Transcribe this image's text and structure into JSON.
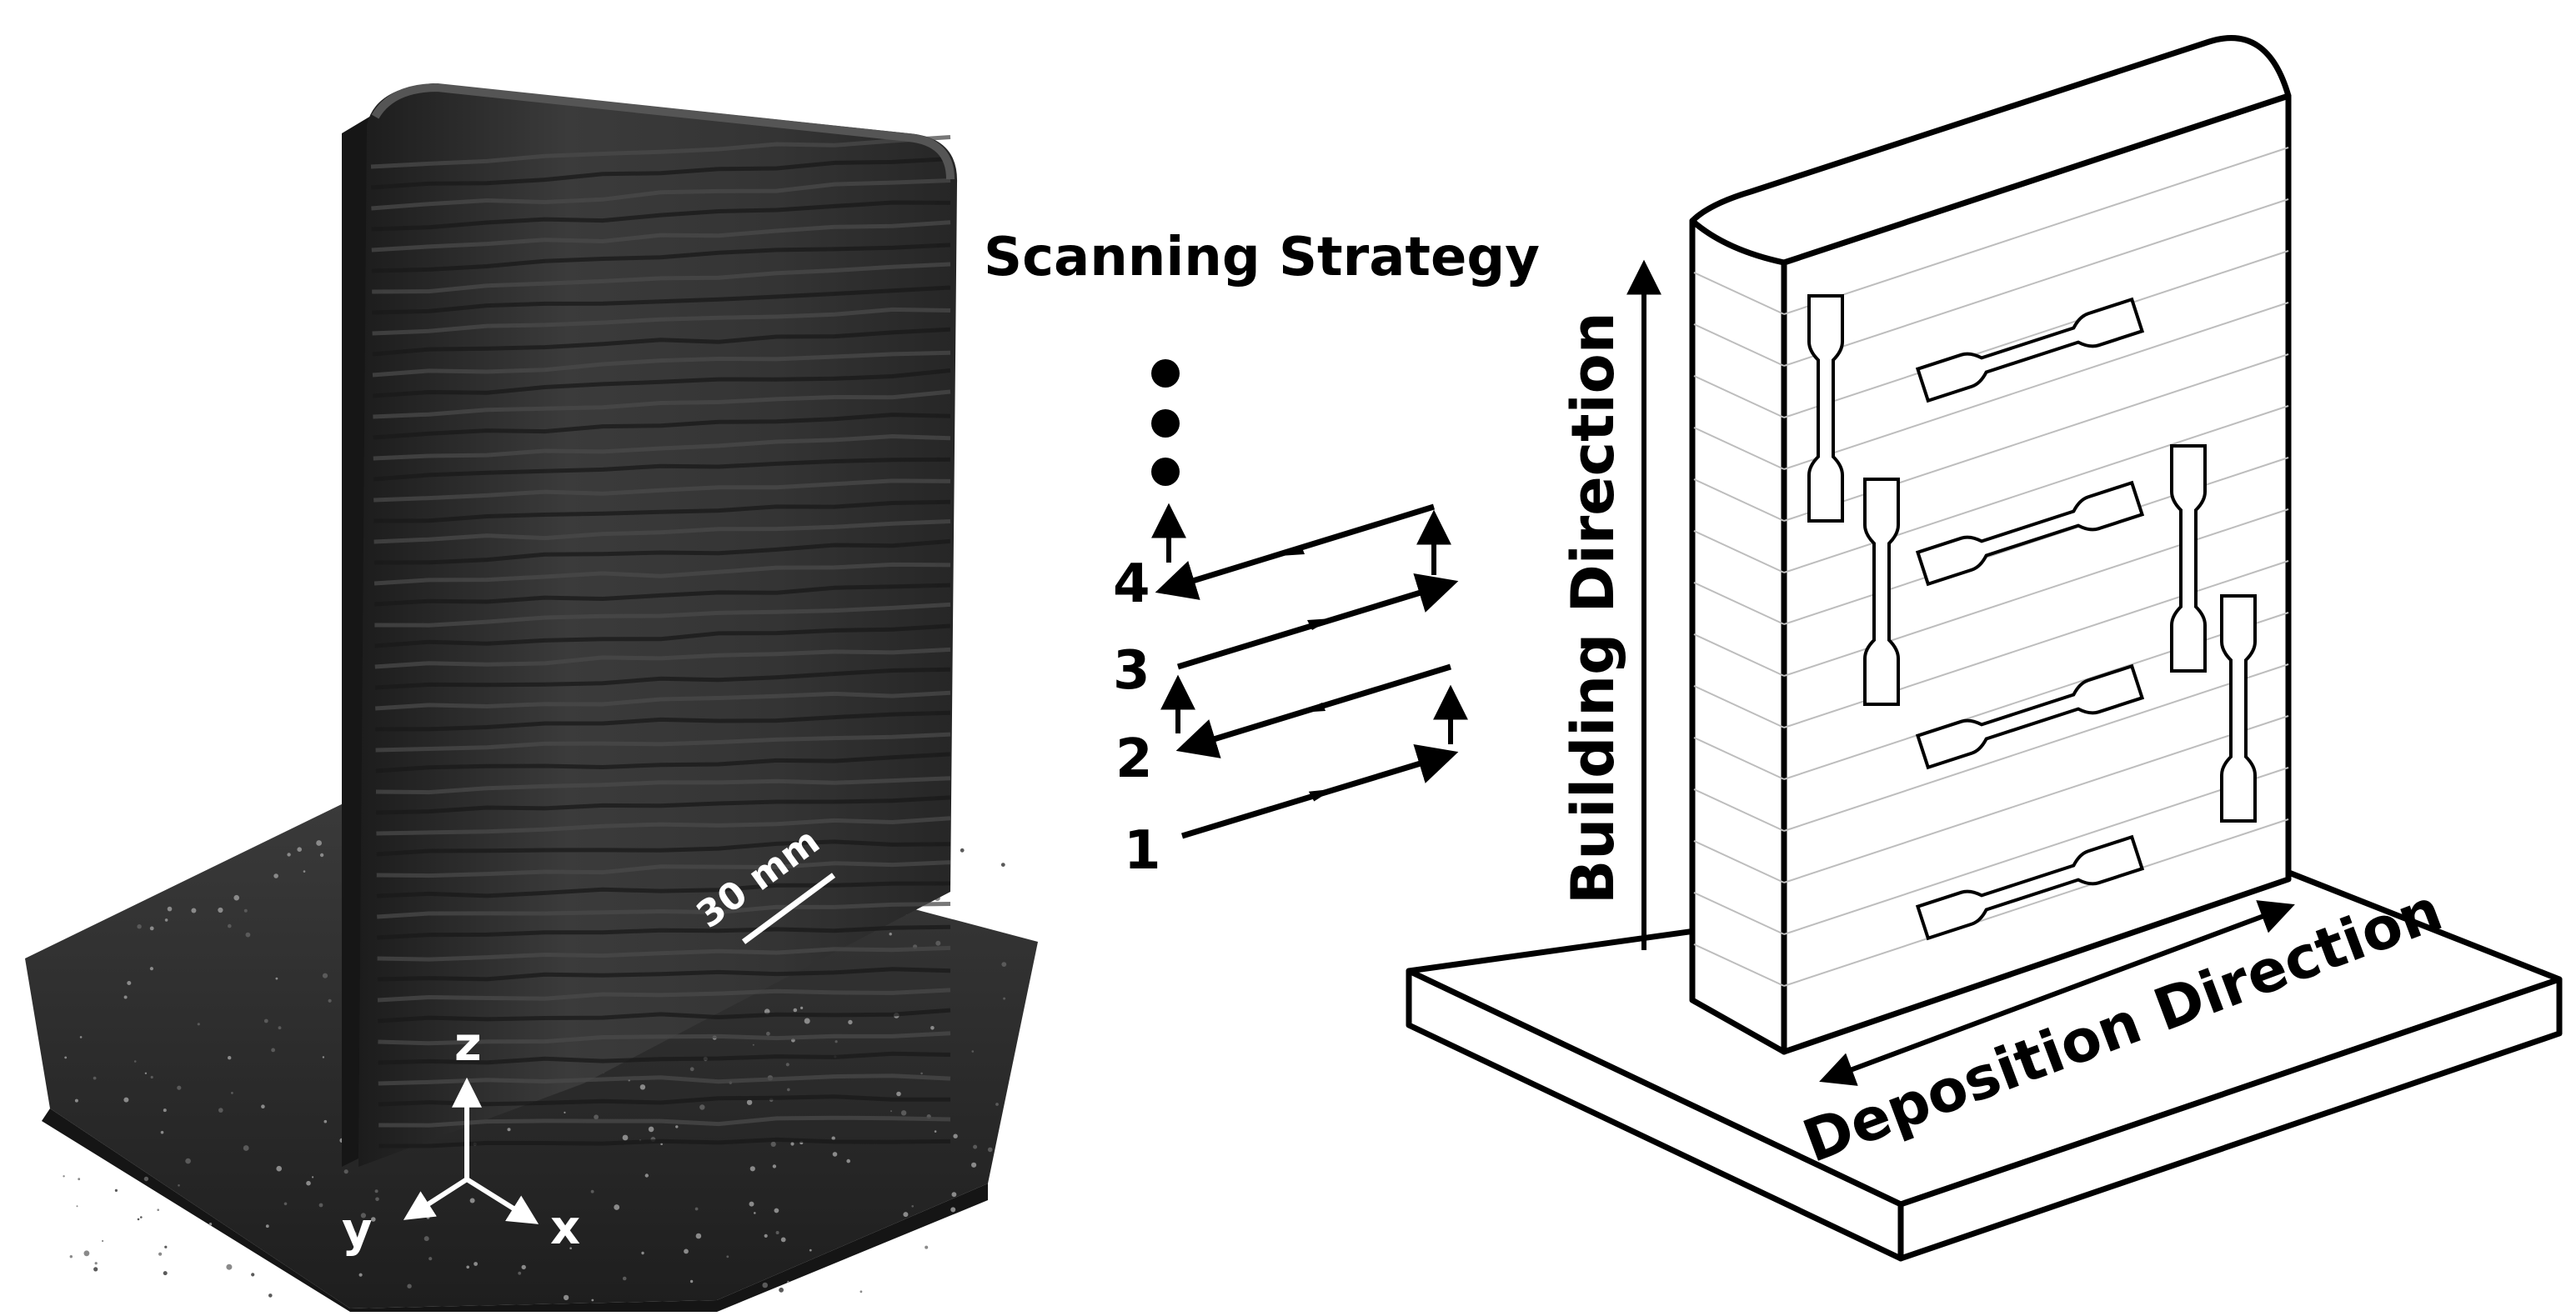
{
  "photo": {
    "scale_bar_label": "30 mm",
    "axes": {
      "z": "z",
      "y": "y",
      "x": "x"
    }
  },
  "scanning": {
    "title": "Scanning Strategy",
    "layers": [
      "1",
      "2",
      "3",
      "4"
    ]
  },
  "schematic": {
    "building_direction": "Building Direction",
    "deposition_direction": "Deposition Direction"
  },
  "colors": {
    "ink": "#000000",
    "wall_dark": "#2e2e2e",
    "wall_mid": "#3a3a3a",
    "layer_line": "#bdbdbd"
  }
}
